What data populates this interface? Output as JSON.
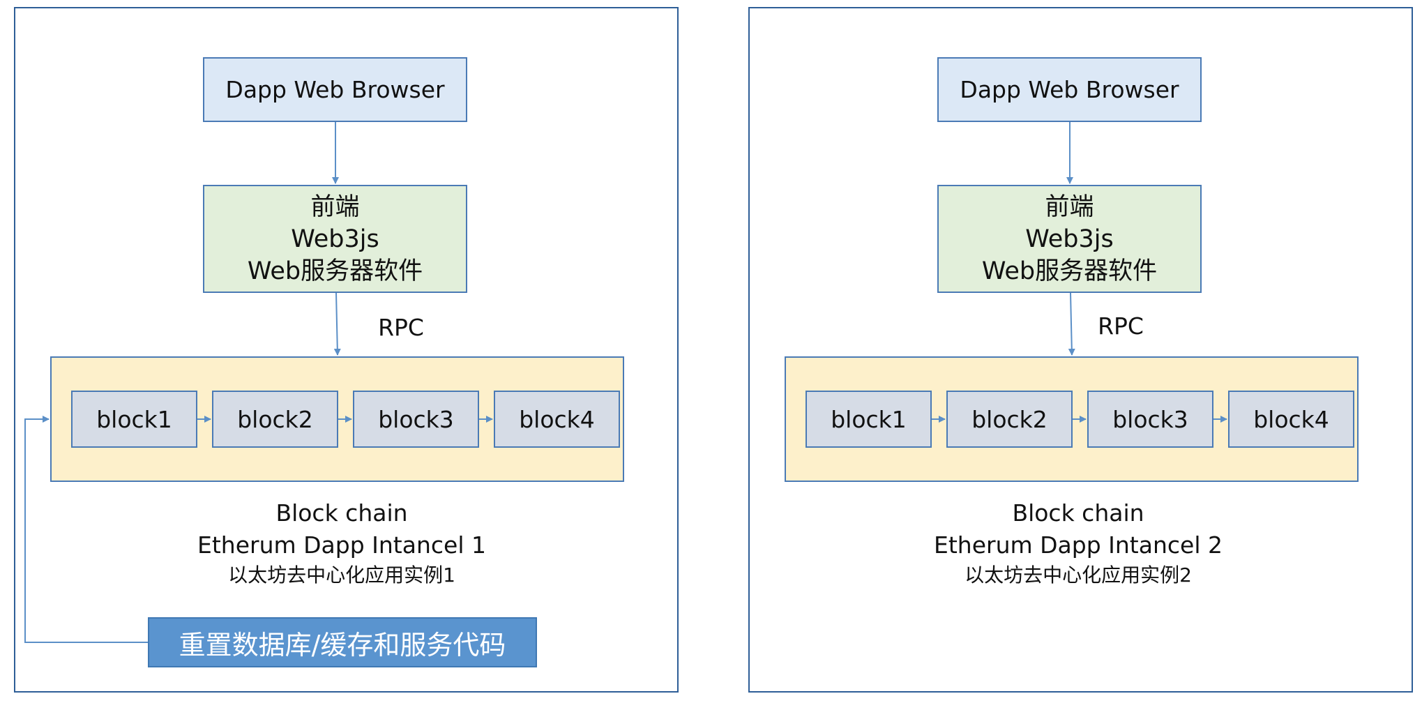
{
  "instances": [
    {
      "browser_label": "Dapp Web Browser",
      "frontend_lines": [
        "前端",
        "Web3js",
        "Web服务器软件"
      ],
      "rpc_label": "RPC",
      "blocks": [
        "block1",
        "block2",
        "block3",
        "block4"
      ],
      "caption_line1": "Block chain",
      "caption_line2": "Etherum Dapp Intancel 1",
      "caption_line3": "以太坊去中心化应用实例1"
    },
    {
      "browser_label": "Dapp Web Browser",
      "frontend_lines": [
        "前端",
        "Web3js",
        "Web服务器软件"
      ],
      "rpc_label": "RPC",
      "blocks": [
        "block1",
        "block2",
        "block3",
        "block4"
      ],
      "caption_line1": "Block chain",
      "caption_line2": "Etherum Dapp Intancel 2",
      "caption_line3": "以太坊去中心化应用实例2"
    }
  ],
  "reset_button_label": "重置数据库/缓存和服务代码",
  "colors": {
    "panel_border": "#2e5e97",
    "browser_fill": "#dce8f6",
    "frontend_fill": "#e2efda",
    "chain_fill": "#fdf0cb",
    "block_fill": "#d6dce6",
    "reset_fill": "#5a94cf",
    "arrow": "#5b8fc7"
  }
}
